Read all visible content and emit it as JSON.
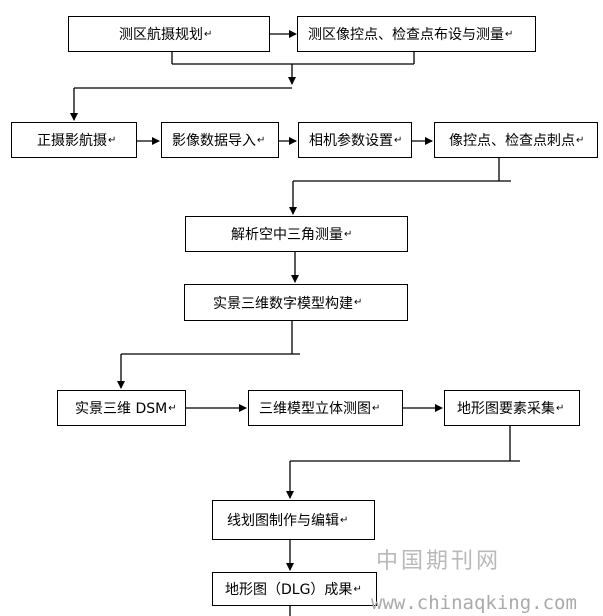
{
  "nodes": {
    "survey_flight_planning": "测区航摄规划",
    "control_check_points_layout": "测区像控点、检查点布设与测量",
    "vertical_aerial_photography": "正摄影航摄",
    "image_data_import": "影像数据导入",
    "camera_parameter_setting": "相机参数设置",
    "control_check_point_pricking": "像控点、检查点刺点",
    "aerial_triangulation": "解析空中三角测量",
    "real_scene_3d_model_build": "实景三维数字模型构建",
    "real_scene_3d_dsm": "实景三维 DSM",
    "stereo_mapping_3d_model": "三维模型立体测图",
    "topographic_feature_collection": "地形图要素采集",
    "line_drawing_editing": "线划图制作与编辑",
    "dlg_result": "地形图（DLG）成果"
  },
  "paragraph_mark": "↵",
  "watermark": {
    "site_name": "中国期刊网",
    "url": "www.chinaqking.com"
  }
}
